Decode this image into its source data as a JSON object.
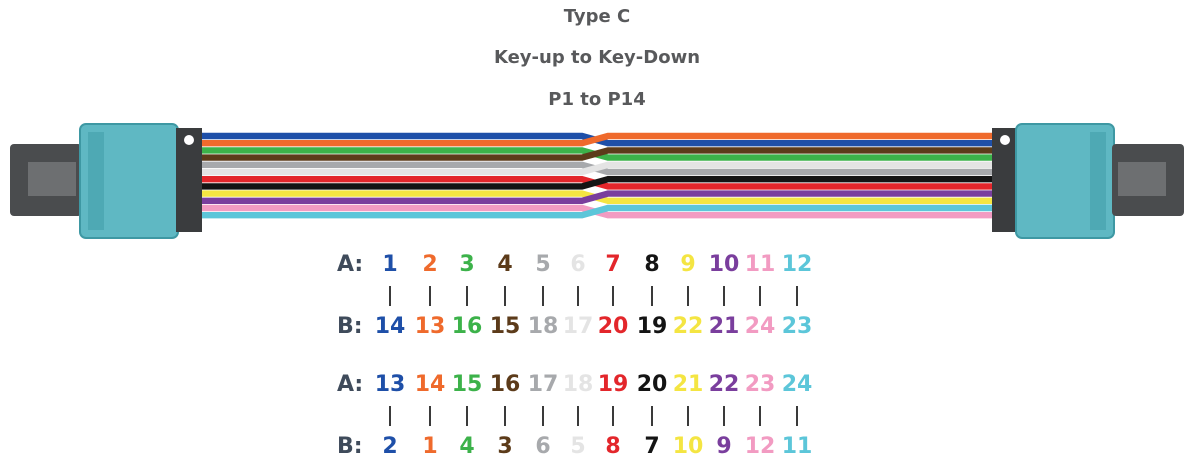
{
  "title_lines": [
    "Type C",
    "Key-up to Key-Down",
    "P1 to P14"
  ],
  "colors": {
    "blue": "#1e4fa8",
    "orange": "#ef6a2c",
    "green": "#3cb24a",
    "brown": "#5c3b1a",
    "gray": "#a7a9ac",
    "white": "#e4e4e4",
    "red": "#e3262b",
    "black": "#141414",
    "yellow": "#f4e542",
    "violet": "#7a3e9d",
    "rose": "#f29bc2",
    "aqua": "#5cc6d9",
    "connector": "#5fb8c3",
    "connector_dark": "#3e98a3",
    "boot": "#4a4c4e",
    "label": "#3f4b5b"
  },
  "left_fibers": [
    "blue",
    "orange",
    "green",
    "brown",
    "gray",
    "white",
    "red",
    "black",
    "yellow",
    "violet",
    "rose",
    "aqua"
  ],
  "right_fibers": [
    "orange",
    "blue",
    "brown",
    "green",
    "white",
    "gray",
    "black",
    "red",
    "violet",
    "yellow",
    "aqua",
    "rose"
  ],
  "mapping_blocks": [
    {
      "a_label": "A:",
      "b_label": "B:",
      "pairs": [
        {
          "a": "1",
          "b": "14",
          "a_color": "blue",
          "b_color": "blue"
        },
        {
          "a": "2",
          "b": "13",
          "a_color": "orange",
          "b_color": "orange"
        },
        {
          "a": "3",
          "b": "16",
          "a_color": "green",
          "b_color": "green"
        },
        {
          "a": "4",
          "b": "15",
          "a_color": "brown",
          "b_color": "brown"
        },
        {
          "a": "5",
          "b": "18",
          "a_color": "gray",
          "b_color": "gray"
        },
        {
          "a": "6",
          "b": "17",
          "a_color": "white",
          "b_color": "white"
        },
        {
          "a": "7",
          "b": "20",
          "a_color": "red",
          "b_color": "red"
        },
        {
          "a": "8",
          "b": "19",
          "a_color": "black",
          "b_color": "black"
        },
        {
          "a": "9",
          "b": "22",
          "a_color": "yellow",
          "b_color": "yellow"
        },
        {
          "a": "10",
          "b": "21",
          "a_color": "violet",
          "b_color": "violet"
        },
        {
          "a": "11",
          "b": "24",
          "a_color": "rose",
          "b_color": "rose"
        },
        {
          "a": "12",
          "b": "23",
          "a_color": "aqua",
          "b_color": "aqua"
        }
      ]
    },
    {
      "a_label": "A:",
      "b_label": "B:",
      "pairs": [
        {
          "a": "13",
          "b": "2",
          "a_color": "blue",
          "b_color": "blue"
        },
        {
          "a": "14",
          "b": "1",
          "a_color": "orange",
          "b_color": "orange"
        },
        {
          "a": "15",
          "b": "4",
          "a_color": "green",
          "b_color": "green"
        },
        {
          "a": "16",
          "b": "3",
          "a_color": "brown",
          "b_color": "brown"
        },
        {
          "a": "17",
          "b": "6",
          "a_color": "gray",
          "b_color": "gray"
        },
        {
          "a": "18",
          "b": "5",
          "a_color": "white",
          "b_color": "white"
        },
        {
          "a": "19",
          "b": "8",
          "a_color": "red",
          "b_color": "red"
        },
        {
          "a": "20",
          "b": "7",
          "a_color": "black",
          "b_color": "black"
        },
        {
          "a": "21",
          "b": "10",
          "a_color": "yellow",
          "b_color": "yellow"
        },
        {
          "a": "22",
          "b": "9",
          "a_color": "violet",
          "b_color": "violet"
        },
        {
          "a": "23",
          "b": "12",
          "a_color": "rose",
          "b_color": "rose"
        },
        {
          "a": "24",
          "b": "11",
          "a_color": "aqua",
          "b_color": "aqua"
        }
      ]
    }
  ]
}
